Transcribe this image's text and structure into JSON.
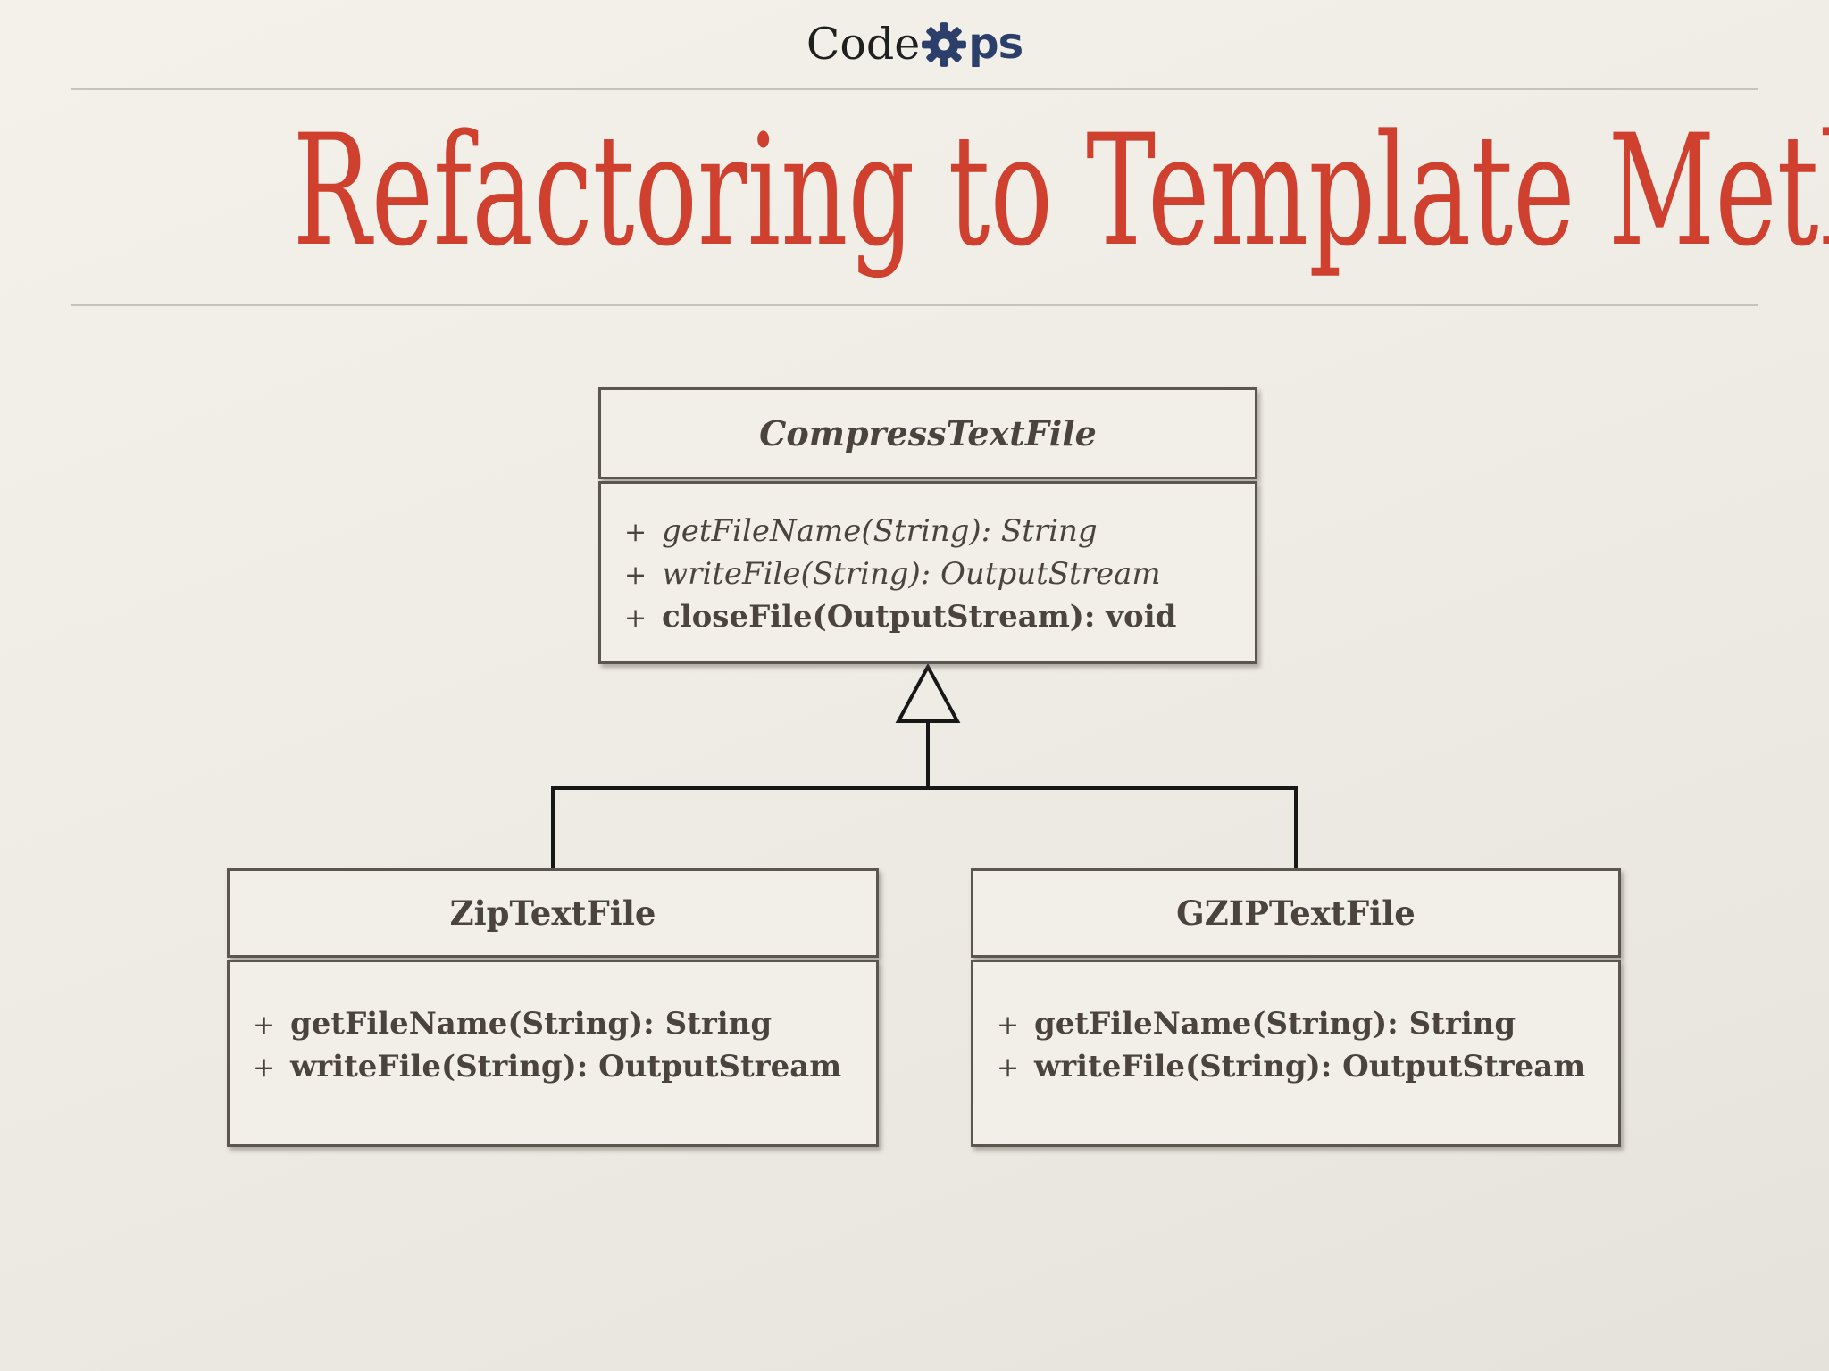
{
  "logo": {
    "code": "Code",
    "ops": "ps"
  },
  "title": {
    "text": "Refactoring to Template Method"
  },
  "diagram": {
    "parent": {
      "name": "CompressTextFile",
      "methods": [
        {
          "visibility": "+",
          "signature": "getFileName(String): String"
        },
        {
          "visibility": "+",
          "signature": "writeFile(String): OutputStream"
        },
        {
          "visibility": "+",
          "signature": "closeFile(OutputStream): void"
        }
      ]
    },
    "children": [
      {
        "name": "ZipTextFile",
        "methods": [
          {
            "visibility": "+",
            "signature": "getFileName(String): String"
          },
          {
            "visibility": "+",
            "signature": "writeFile(String): OutputStream"
          }
        ]
      },
      {
        "name": "GZIPTextFile",
        "methods": [
          {
            "visibility": "+",
            "signature": "getFileName(String): String"
          },
          {
            "visibility": "+",
            "signature": "writeFile(String): OutputStream"
          }
        ]
      }
    ]
  },
  "colors": {
    "title_red": "#d0402e",
    "logo_navy": "#2c3f6b",
    "logo_black": "#1f1f1f",
    "background": "#efece5",
    "box_fill": "#f2efe8",
    "box_border": "#5b564f",
    "connector_black": "#171717",
    "text_gray": "#4a443d",
    "divider_gray": "#c6c3bd"
  }
}
